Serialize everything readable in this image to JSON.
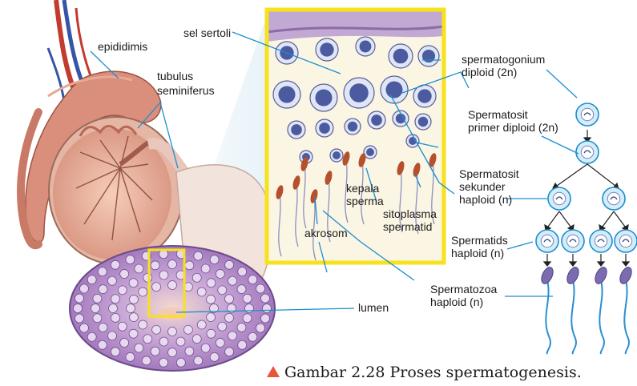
{
  "labels": {
    "epididimis": "epididimis",
    "tubulus_1": "tubulus",
    "tubulus_2": "seminiferus",
    "sel_sertoli": "sel sertoli",
    "kepala_1": "kepala",
    "kepala_2": "sperma",
    "sitoplasma_1": "sitoplasma",
    "sitoplasma_2": "spermatid",
    "akrosom": "akrosom",
    "lumen": "lumen",
    "spermatogonium_1": "spermatogonium",
    "spermatogonium_2": "diploid (2n)",
    "primer_1": "Spermatosit",
    "primer_2": "primer diploid (2n)",
    "sekunder_1": "Spermatosit",
    "sekunder_2": "sekunder",
    "sekunder_3": "haploid (n)",
    "spermatids_1": "Spermatids",
    "spermatids_2": "haploid (n)",
    "spermatozoa_1": "Spermatozoa",
    "spermatozoa_2": "haploid (n)"
  },
  "caption": "Gambar 2.28 Proses spermatogenesis.",
  "colors": {
    "highlight": "#f7e21b",
    "leader": "#1a8fcf",
    "caption_marker": "#e8553d",
    "cell_fill": "#d6ecf8",
    "tubule": "#8a5aa8"
  }
}
